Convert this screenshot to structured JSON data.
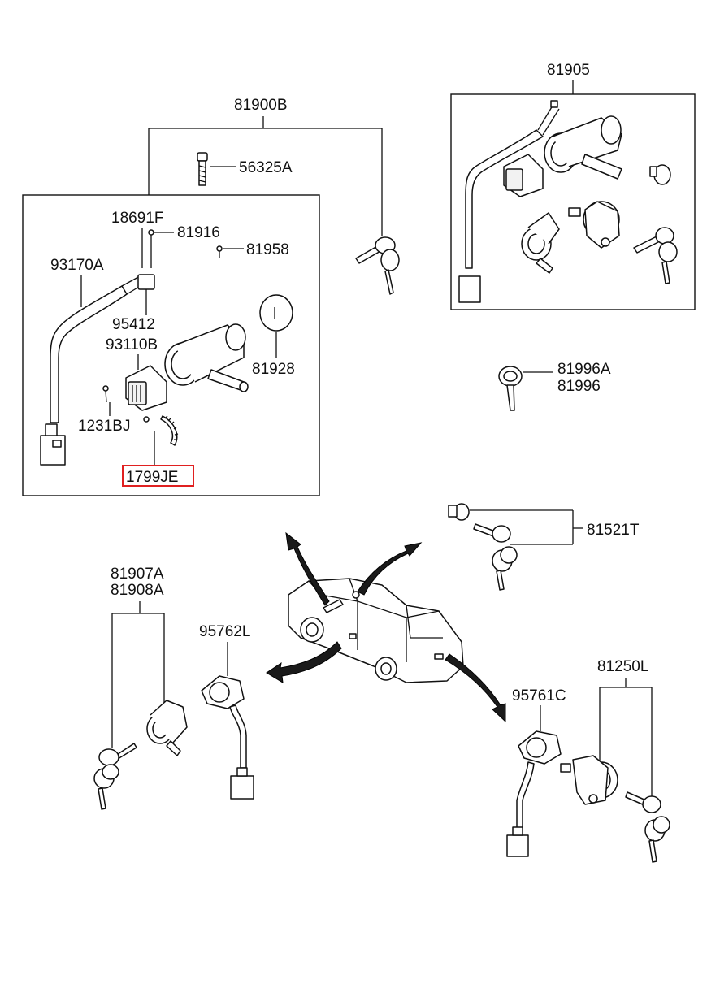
{
  "labels": {
    "p81900B": "81900B",
    "p56325A": "56325A",
    "p18691F": "18691F",
    "p81916": "81916",
    "p81958": "81958",
    "p93170A": "93170A",
    "p95412": "95412",
    "p93110B": "93110B",
    "p81928": "81928",
    "p1231BJ": "1231BJ",
    "p1799JE": "1799JE",
    "p81905": "81905",
    "p81996A": "81996A",
    "p81996": "81996",
    "p81521T": "81521T",
    "p81907A": "81907A",
    "p81908A": "81908A",
    "p95762L": "95762L",
    "p81250L": "81250L",
    "p95761C": "95761C"
  },
  "colors": {
    "highlight": "#e02020",
    "ink": "#111111"
  },
  "highlighted_part": "1799JE"
}
